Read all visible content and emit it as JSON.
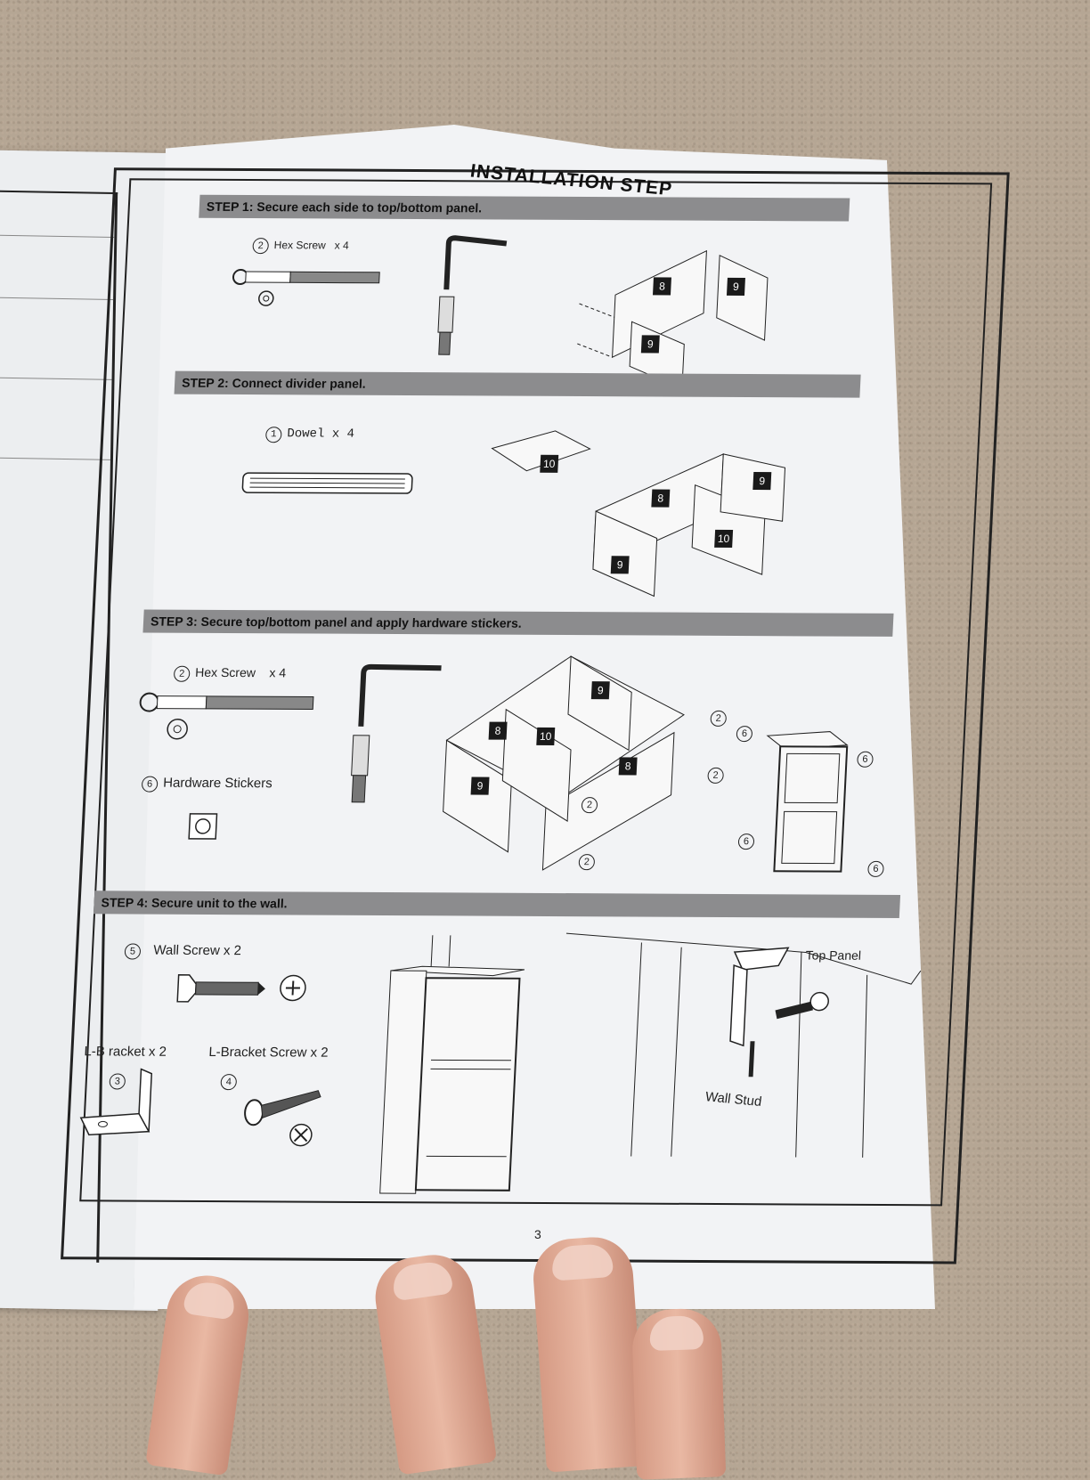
{
  "manual": {
    "title": "INSTALLATION STEP",
    "page_number": "3",
    "steps": [
      {
        "heading": "STEP 1: Secure each side to top/bottom panel.",
        "parts": [
          {
            "num": "2",
            "label": "Hex Screw",
            "qty": "x 4"
          }
        ],
        "panels": [
          "8",
          "9",
          "9"
        ]
      },
      {
        "heading": "STEP 2: Connect divider panel.",
        "parts": [
          {
            "num": "1",
            "label": "Dowel",
            "qty": "x 4"
          }
        ],
        "panels": [
          "10",
          "8",
          "9",
          "10",
          "9"
        ]
      },
      {
        "heading": "STEP 3: Secure top/bottom panel and apply hardware stickers.",
        "parts": [
          {
            "num": "2",
            "label": "Hex Screw",
            "qty": "x 4"
          },
          {
            "num": "6",
            "label": "Hardware Stickers",
            "qty": ""
          }
        ],
        "panels": [
          "9",
          "8",
          "10",
          "8",
          "9"
        ],
        "callouts": [
          "2",
          "2",
          "2",
          "2",
          "6",
          "6",
          "6",
          "6"
        ]
      },
      {
        "heading": "STEP 4: Secure unit to the wall.",
        "parts": [
          {
            "num": "5",
            "label": "Wall Screw x 2"
          },
          {
            "num": "3",
            "label": "L-B racket x 2"
          },
          {
            "num": "4",
            "label": "L-Bracket Screw x 2"
          }
        ],
        "annotations": {
          "top_panel": "Top Panel",
          "wall_stud": "Wall Stud"
        }
      }
    ]
  },
  "colors": {
    "countertop": "#b5a694",
    "paper": "#f2f3f5",
    "step_bar": "#8c8c8e",
    "ink": "#222222",
    "skin": "#e0a892"
  },
  "icons": [
    "hex-screw-icon",
    "allen-key-icon",
    "dowel-icon",
    "sticker-icon",
    "wall-screw-icon",
    "l-bracket-icon",
    "bracket-screw-icon",
    "phillips-head-icon"
  ]
}
